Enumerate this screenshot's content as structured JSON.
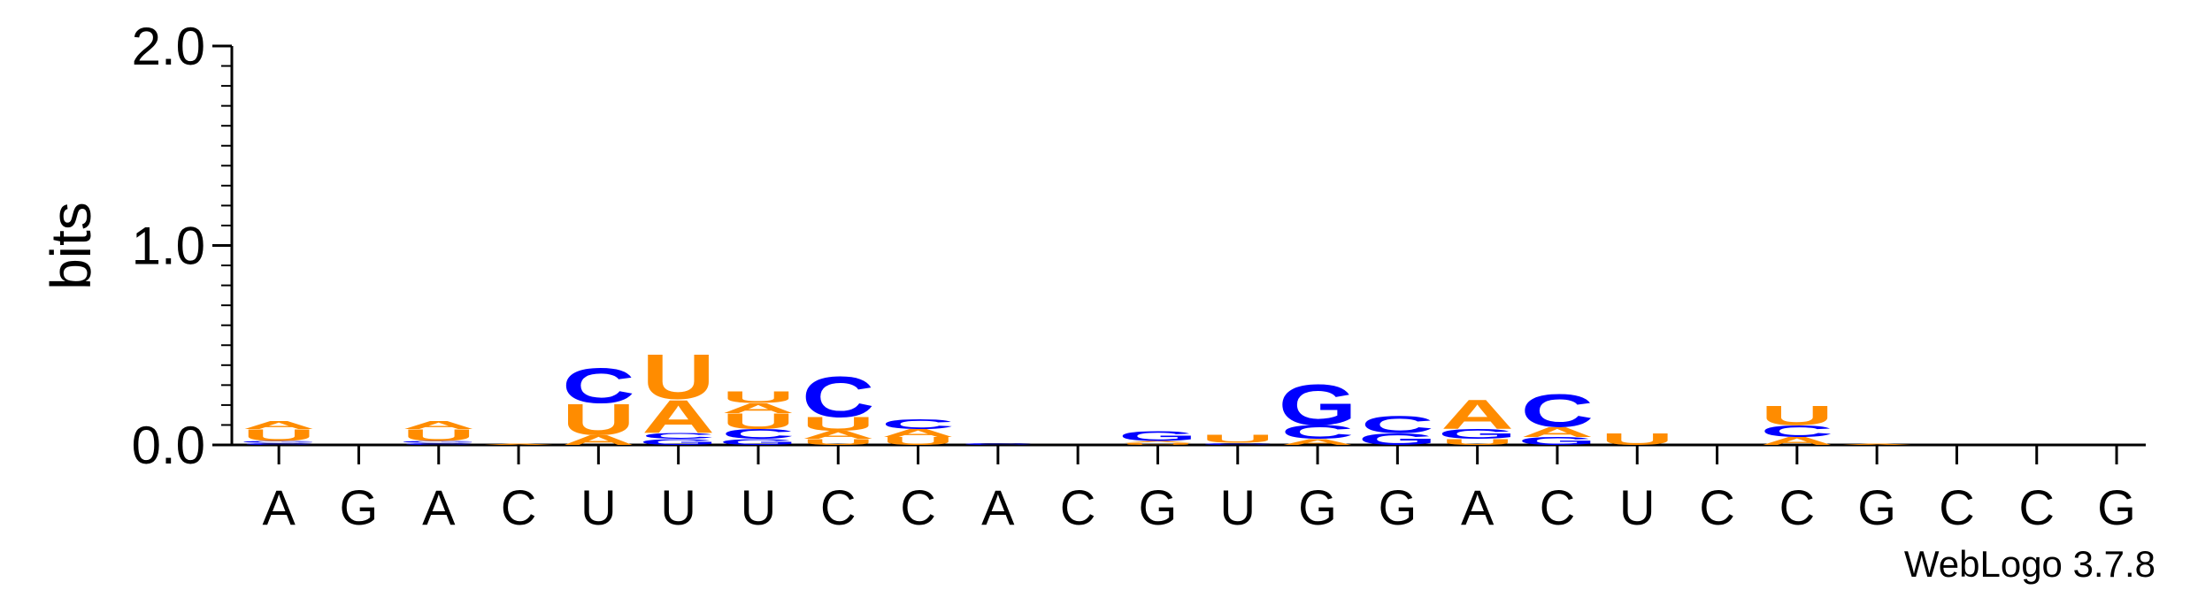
{
  "chart_data": {
    "type": "sequence-logo",
    "ylabel": "bits",
    "ylim": [
      0,
      2.0
    ],
    "yticks": [
      "0.0",
      "1.0",
      "2.0"
    ],
    "watermark": "WebLogo 3.7.8",
    "colors": {
      "A": "#ff8c00",
      "U": "#ff8c00",
      "C": "#0000ff",
      "G": "#0000ff"
    },
    "positions": [
      {
        "label": "A",
        "stack": [
          [
            "C",
            0.01
          ],
          [
            "G",
            0.01
          ],
          [
            "U",
            0.06
          ],
          [
            "A",
            0.04
          ]
        ]
      },
      {
        "label": "G",
        "stack": []
      },
      {
        "label": "A",
        "stack": [
          [
            "C",
            0.01
          ],
          [
            "G",
            0.01
          ],
          [
            "U",
            0.06
          ],
          [
            "A",
            0.04
          ]
        ]
      },
      {
        "label": "C",
        "stack": [
          [
            "A",
            0.005
          ]
        ]
      },
      {
        "label": "U",
        "stack": [
          [
            "A",
            0.05
          ],
          [
            "U",
            0.16
          ],
          [
            "C",
            0.18
          ]
        ]
      },
      {
        "label": "U",
        "stack": [
          [
            "G",
            0.03
          ],
          [
            "C",
            0.03
          ],
          [
            "A",
            0.17
          ],
          [
            "U",
            0.23
          ]
        ]
      },
      {
        "label": "U",
        "stack": [
          [
            "G",
            0.03
          ],
          [
            "C",
            0.05
          ],
          [
            "U",
            0.08
          ],
          [
            "A",
            0.05
          ],
          [
            "U",
            0.06
          ]
        ]
      },
      {
        "label": "C",
        "stack": [
          [
            "U",
            0.03
          ],
          [
            "A",
            0.04
          ],
          [
            "U",
            0.07
          ],
          [
            "C",
            0.21
          ]
        ]
      },
      {
        "label": "C",
        "stack": [
          [
            "U",
            0.04
          ],
          [
            "A",
            0.04
          ],
          [
            "C",
            0.05
          ]
        ]
      },
      {
        "label": "A",
        "stack": [
          [
            "C",
            0.01
          ]
        ]
      },
      {
        "label": "C",
        "stack": []
      },
      {
        "label": "G",
        "stack": [
          [
            "U",
            0.01
          ],
          [
            "A",
            0.01
          ],
          [
            "G",
            0.05
          ]
        ]
      },
      {
        "label": "U",
        "stack": [
          [
            "C",
            0.01
          ],
          [
            "U",
            0.04
          ]
        ]
      },
      {
        "label": "G",
        "stack": [
          [
            "A",
            0.03
          ],
          [
            "C",
            0.07
          ],
          [
            "G",
            0.21
          ]
        ]
      },
      {
        "label": "G",
        "stack": [
          [
            "G",
            0.06
          ],
          [
            "C",
            0.09
          ]
        ]
      },
      {
        "label": "A",
        "stack": [
          [
            "U",
            0.03
          ],
          [
            "G",
            0.05
          ],
          [
            "A",
            0.15
          ]
        ]
      },
      {
        "label": "C",
        "stack": [
          [
            "G",
            0.04
          ],
          [
            "A",
            0.05
          ],
          [
            "C",
            0.17
          ]
        ]
      },
      {
        "label": "U",
        "stack": [
          [
            "U",
            0.06
          ]
        ]
      },
      {
        "label": "C",
        "stack": []
      },
      {
        "label": "C",
        "stack": [
          [
            "A",
            0.04
          ],
          [
            "C",
            0.06
          ],
          [
            "U",
            0.1
          ]
        ]
      },
      {
        "label": "G",
        "stack": [
          [
            "A",
            0.005
          ]
        ]
      },
      {
        "label": "C",
        "stack": []
      },
      {
        "label": "C",
        "stack": []
      },
      {
        "label": "G",
        "stack": []
      }
    ]
  }
}
